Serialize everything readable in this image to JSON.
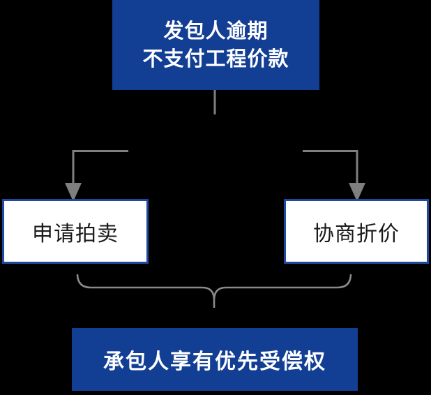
{
  "diagram": {
    "type": "flowchart",
    "background_color": "#000000",
    "colors": {
      "node_fill_blue": "#123E94",
      "node_border_blue": "#1D4A9E",
      "node_text_light": "#FFFFFF",
      "node_text_dark": "#1A1A1A",
      "connector_gray": "#7F7F7F",
      "brace_gray": "#8A8A8A"
    },
    "nodes": {
      "top": {
        "line1": "发包人逾期",
        "line2": "不支付工程价款"
      },
      "left": {
        "label": "申请拍卖"
      },
      "right": {
        "label": "协商折价"
      },
      "bottom": {
        "label": "承包人享有优先受偿权"
      }
    },
    "relations": [
      "top → left (arrow)",
      "top → right (arrow)",
      "left + right → bottom (brace)"
    ]
  }
}
